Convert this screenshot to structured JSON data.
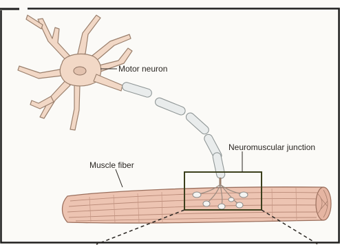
{
  "labels": {
    "motor_neuron": "Motor neuron",
    "neuromuscular_junction": "Neuromuscular junction",
    "muscle_fiber": "Muscle fiber"
  },
  "colors": {
    "background": "#fbfaf7",
    "neuron_fill": "#f2d8c6",
    "neuron_stroke": "#9a7f6c",
    "axon_fill": "#e9ecec",
    "muscle_fill": "#edc4b2",
    "muscle_stroke": "#9a6e5c",
    "frame": "#1e1e1e"
  }
}
